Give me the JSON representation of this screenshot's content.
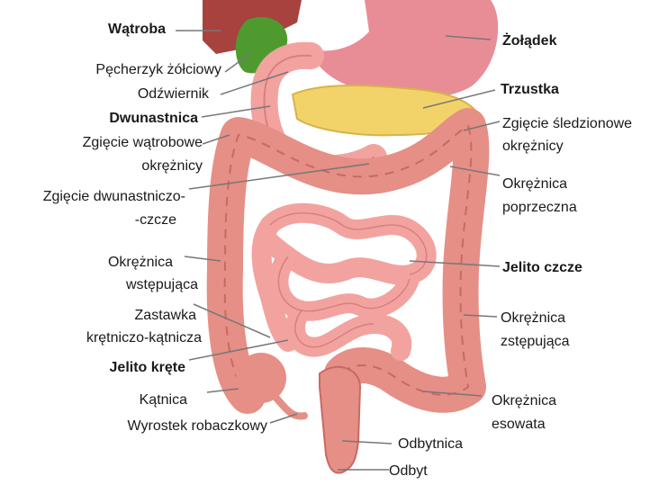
{
  "labels": {
    "liver": "Wątroba",
    "gallbladder": "Pęcherzyk żółciowy",
    "pylorus": "Odźwiernik",
    "duodenum": "Dwunastnica",
    "hepatic_flexure_1": "Zgięcie wątrobowe",
    "hepatic_flexure_2": "okrężnicy",
    "duodenojejunal_1": "Zgięcie dwunastniczo-",
    "duodenojejunal_2": "-czcze",
    "ascending_colon_1": "Okrężnica",
    "ascending_colon_2": "wstępująca",
    "ileocecal_valve_1": "Zastawka",
    "ileocecal_valve_2": "krętniczo-kątnicza",
    "ileum": "Jelito kręte",
    "cecum": "Kątnica",
    "appendix": "Wyrostek robaczkowy",
    "stomach": "Żołądek",
    "pancreas": "Trzustka",
    "splenic_flexure_1": "Zgięcie śledzionowe",
    "splenic_flexure_2": "okrężnicy",
    "transverse_colon_1": "Okrężnica",
    "transverse_colon_2": "poprzeczna",
    "jejunum": "Jelito czcze",
    "descending_colon_1": "Okrężnica",
    "descending_colon_2": "zstępująca",
    "sigmoid_colon_1": "Okrężnica",
    "sigmoid_colon_2": "esowata",
    "rectum": "Odbytnica",
    "anus": "Odbyt"
  },
  "colors": {
    "colon": "#e58f86",
    "colon_dark": "#c86a62",
    "small_intestine": "#f2a3a0",
    "stomach": "#e88d96",
    "liver": "#a8423f",
    "gallbladder": "#4f9a2f",
    "pancreas": "#f2d36a",
    "leader_line": "#777777"
  }
}
